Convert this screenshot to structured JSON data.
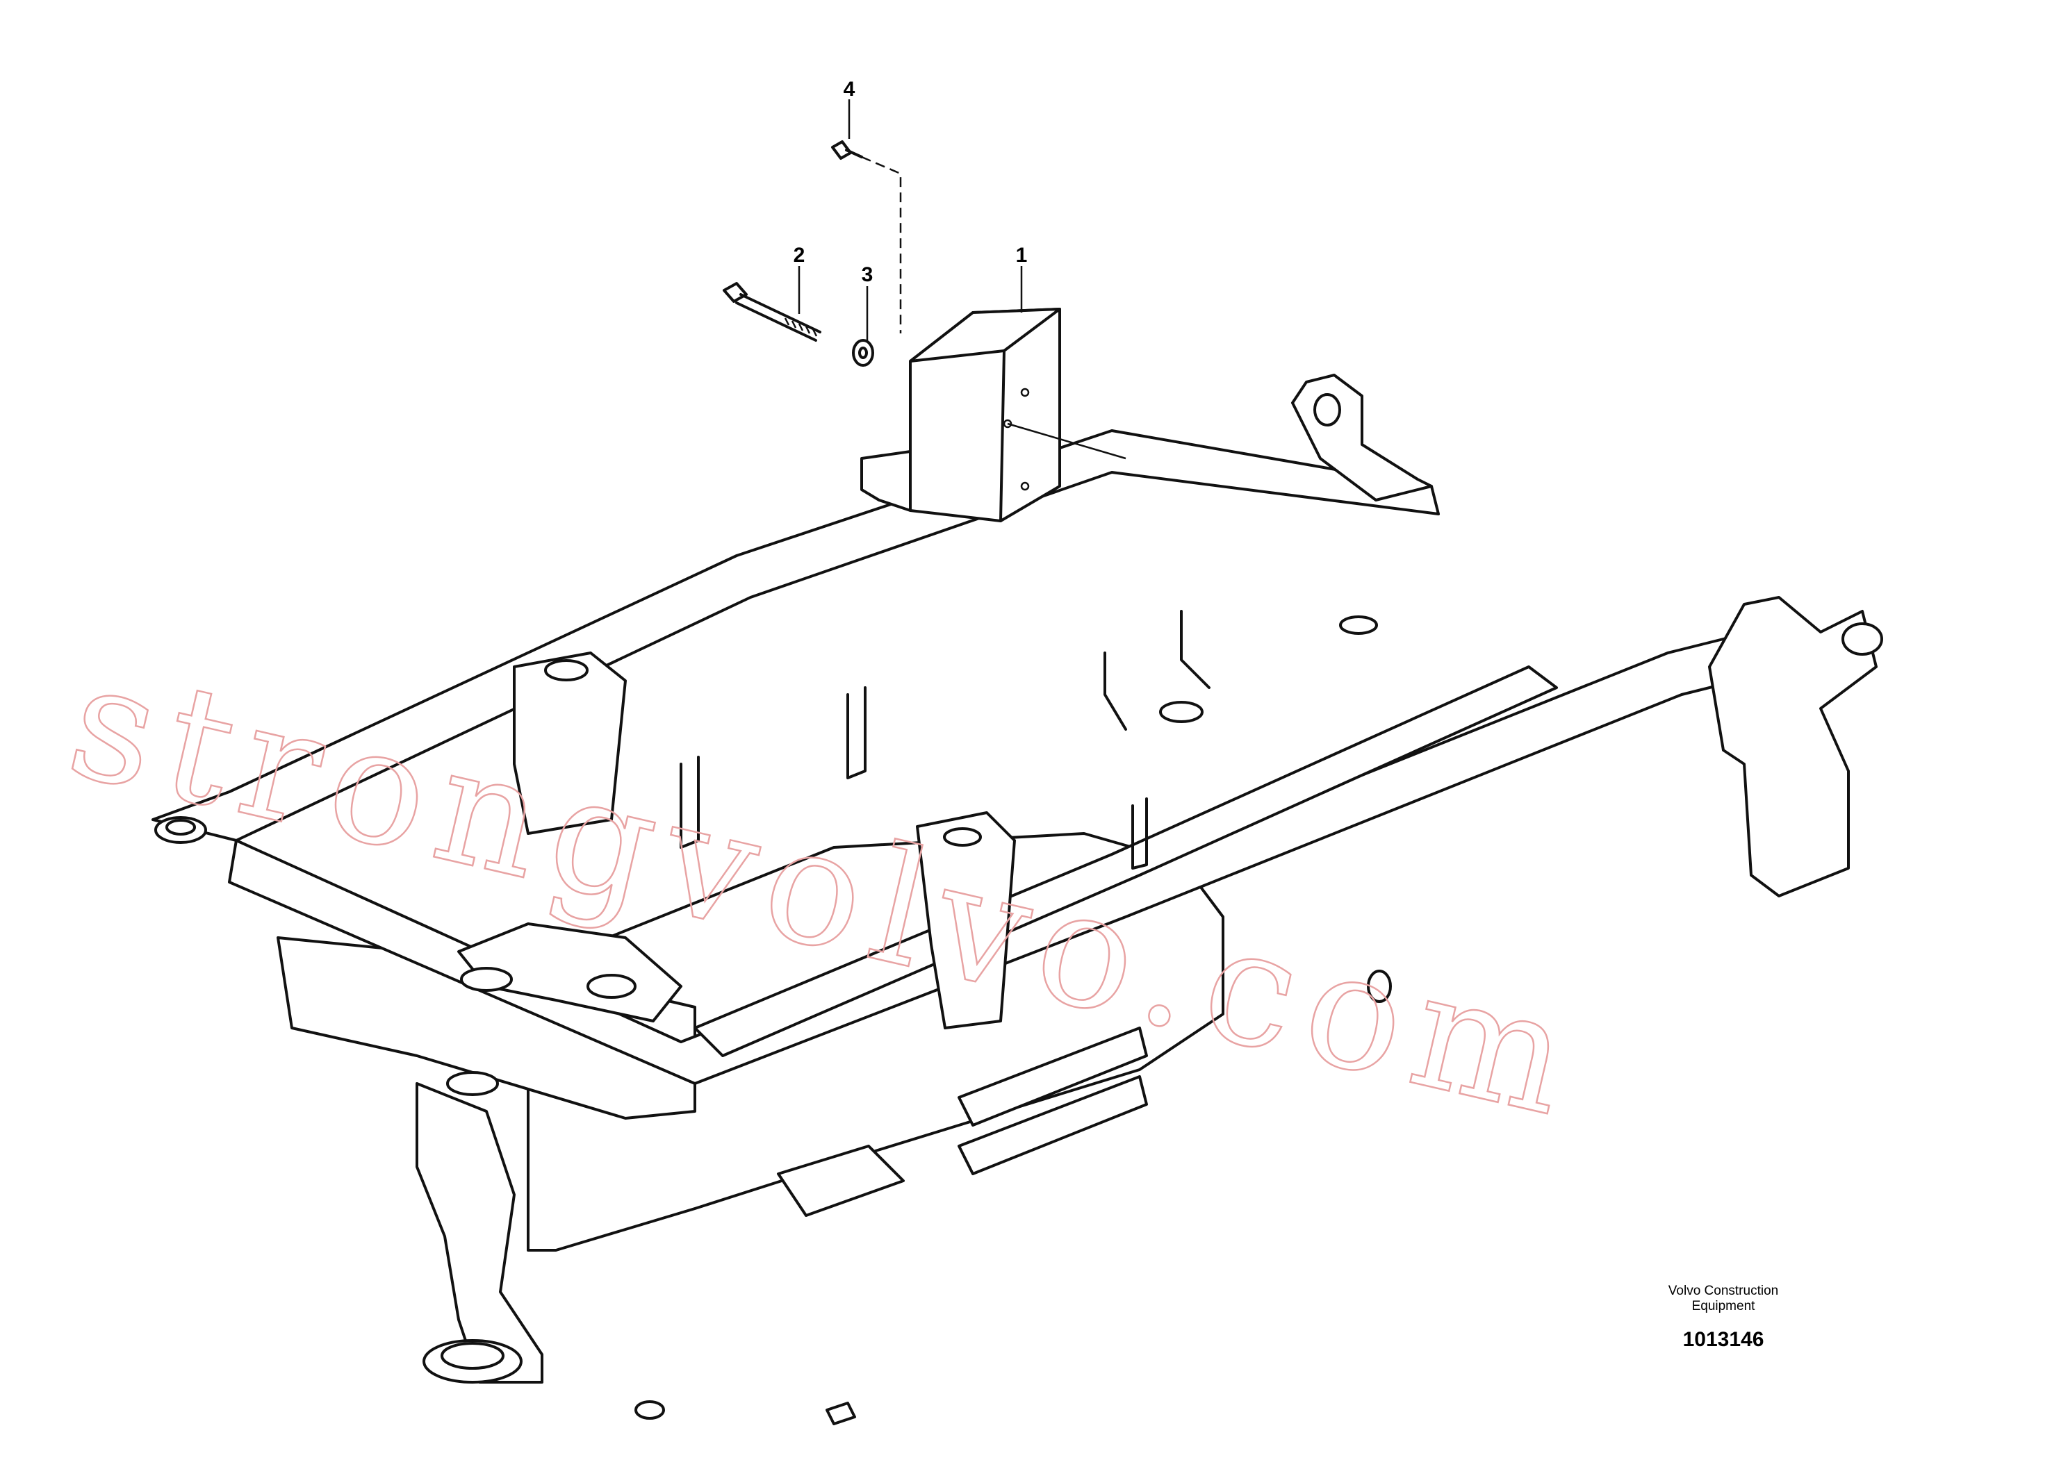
{
  "callouts": [
    {
      "number": "1"
    },
    {
      "number": "2"
    },
    {
      "number": "3"
    },
    {
      "number": "4"
    }
  ],
  "brand": {
    "line1": "Volvo Construction",
    "line2": "Equipment"
  },
  "drawing_number": "1013146",
  "watermark": "strongvolvo.com",
  "colors": {
    "line": "#111111",
    "watermark": "#e8a3a3",
    "background": "#ffffff"
  }
}
